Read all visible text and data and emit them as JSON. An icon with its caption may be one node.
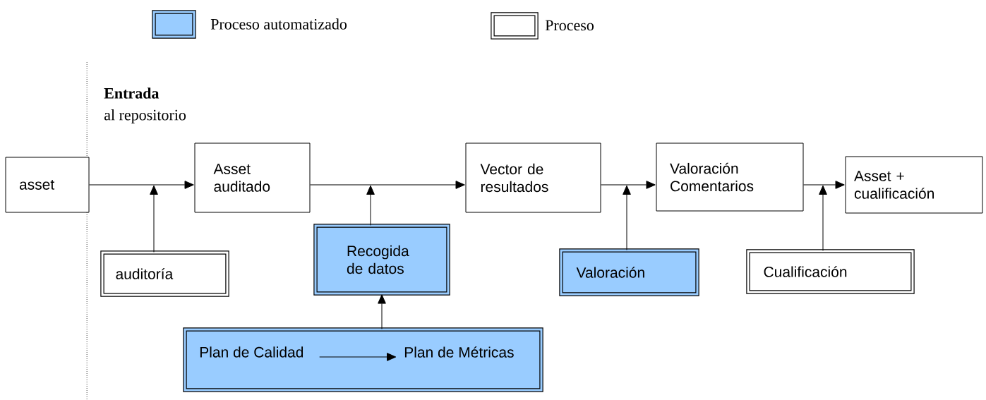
{
  "diagram": {
    "nodes": [
      {
        "text": [
          "asset"
        ]
      },
      {
        "text": [
          "Asset auditado"
        ]
      },
      {
        "text": [
          "Vector de resultados"
        ]
      },
      {
        "text": [
          "Valoración Comentarios"
        ]
      },
      {
        "text": [
          "Asset + cualificación"
        ]
      },
      {
        "text": [
          "auditoría"
        ]
      },
      {
        "text": [
          "Recogida de datos"
        ]
      },
      {
        "text": [
          "Valoración"
        ]
      },
      {
        "text": [
          "Cualificación"
        ]
      },
      {
        "text": [],
        "shape": "box"
      },
      {
        "text": [
          "Plan de Calidad"
        ],
        "in": 9
      },
      {
        "text": [
          "Plan de Métricas"
        ],
        "in": 9
      }
    ],
    "edges": [
      {
        "from": 0,
        "to": 1,
        "arrow": "to"
      },
      {
        "from": 1,
        "to": 2,
        "arrow": "to"
      },
      {
        "from": 2,
        "to": 3,
        "arrow": "to"
      },
      {
        "from": 3,
        "to": 4,
        "arrow": "to"
      },
      {
        "from": 5,
        "to": null,
        "arrow": "to"
      },
      {
        "from": 6,
        "to": null,
        "arrow": "to"
      },
      {
        "from": 7,
        "to": null,
        "arrow": "to"
      },
      {
        "from": 8,
        "to": null,
        "arrow": "to"
      },
      {
        "from": 9,
        "to": 6,
        "arrow": "to"
      },
      {
        "from": 10,
        "to": 11,
        "arrow": "to"
      }
    ],
    "labels": [
      "Entrada",
      "al repositorio"
    ],
    "legend": [
      {
        "text": "Proceso automatizado",
        "color": "#99ccff"
      },
      {
        "text": "Proceso"
      }
    ]
  }
}
